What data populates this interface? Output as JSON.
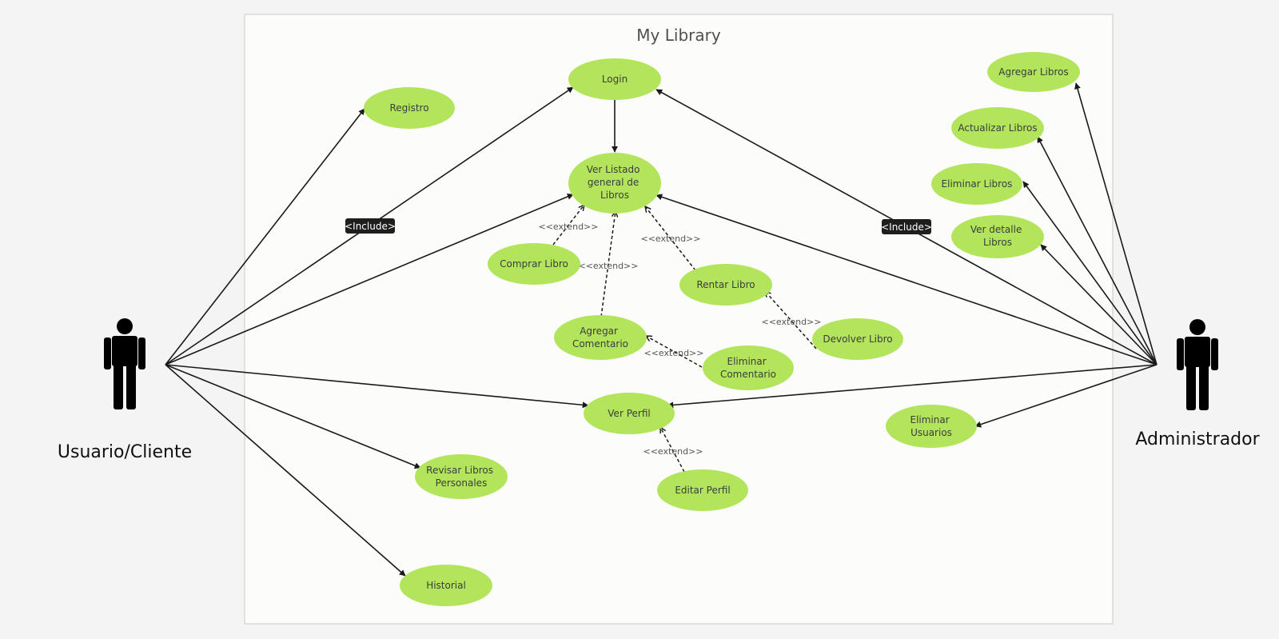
{
  "system": {
    "title": "My Library"
  },
  "actors": {
    "user": {
      "name": "Usuario/Cliente"
    },
    "admin": {
      "name": "Administrador"
    }
  },
  "use_cases": {
    "login": "Login",
    "registro": "Registro",
    "ver_listado": [
      "Ver Listado",
      "general de",
      "Libros"
    ],
    "comprar": "Comprar Libro",
    "rentar": "Rentar Libro",
    "agregar_comentario": [
      "Agregar",
      "Comentario"
    ],
    "eliminar_comentario": [
      "Eliminar",
      "Comentario"
    ],
    "devolver": "Devolver Libro",
    "ver_perfil": "Ver Perfil",
    "editar_perfil": "Editar Perfil",
    "revisar": [
      "Revisar Libros",
      "Personales"
    ],
    "historial": "Historial",
    "agregar_libros": "Agregar Libros",
    "actualizar_libros": "Actualizar Libros",
    "eliminar_libros": "Eliminar Libros",
    "ver_detalle": [
      "Ver detalle",
      "Libros"
    ],
    "eliminar_usuarios": [
      "Eliminar",
      "Usuarios"
    ]
  },
  "labels": {
    "include": "<Include>",
    "extend": "<<extend>>"
  },
  "colors": {
    "use_case_fill": "#b2e55c",
    "include_badge": "#1e1e1e",
    "boundary_fill": "#fcfcfa"
  }
}
